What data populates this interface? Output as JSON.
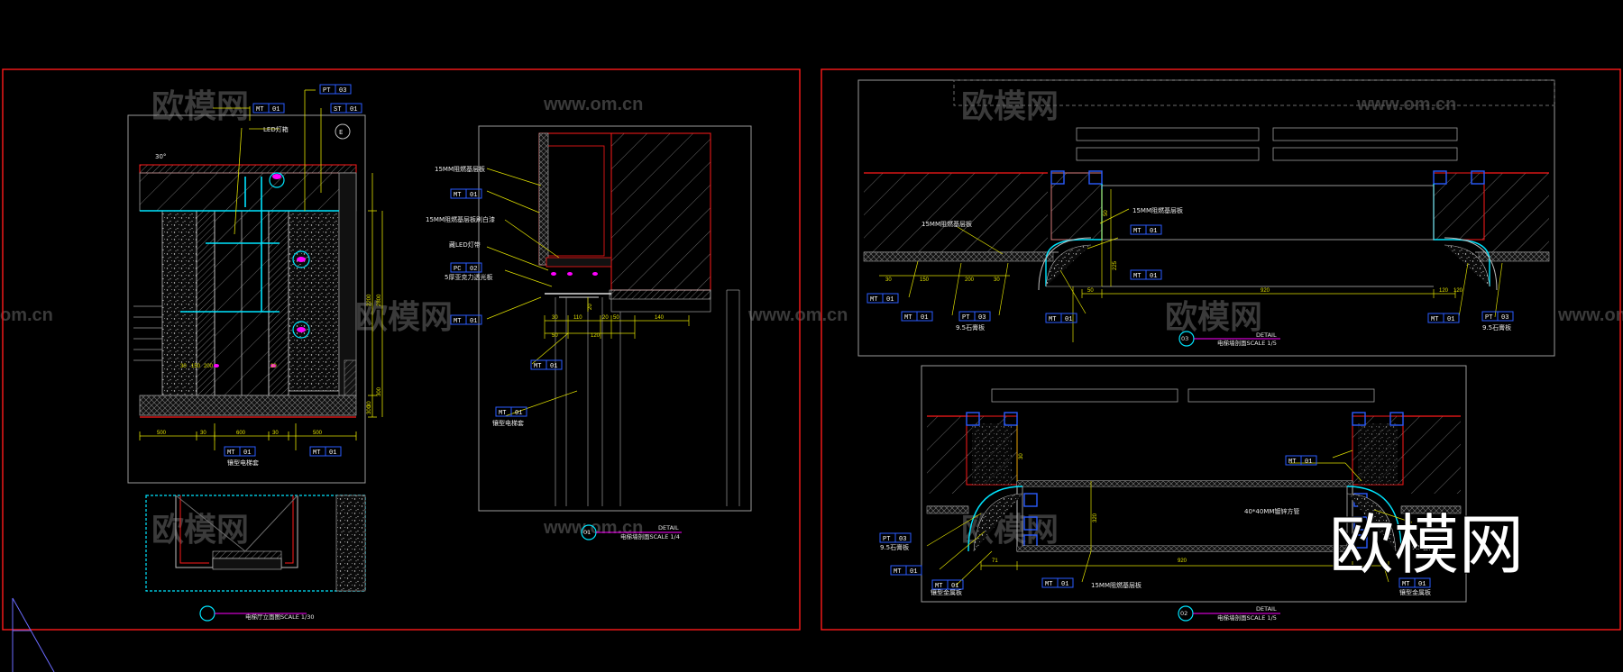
{
  "colors": {
    "background": "#000000",
    "frame": "#ff1a1a",
    "sheet": "#9a9a9a",
    "cyan": "#00e5ff",
    "yellow": "#e0e000",
    "magenta": "#ff00ff",
    "blue_tag": "#2a5bff"
  },
  "watermarks": {
    "brand": "欧模网",
    "url": "www.om.cn",
    "url_partial": "om.cn"
  },
  "logo": "欧模网",
  "left_panel": {
    "elevation": {
      "circle_marker": "E",
      "led_label": "LED灯箱",
      "angle_label": "30°",
      "tags": [
        {
          "code": "PT",
          "num": "03"
        },
        {
          "code": "MT",
          "num": "01"
        },
        {
          "code": "ST",
          "num": "01"
        },
        {
          "code": "MT",
          "num": "01"
        },
        {
          "code": "MT",
          "num": "01"
        }
      ],
      "bottom_label": "镶型电梯套",
      "dims_bottom": [
        "500",
        "30",
        "600",
        "30",
        "500"
      ],
      "dims_side": [
        "2200",
        "2800",
        "30",
        "300",
        "300"
      ],
      "dims_small": [
        "30",
        "150",
        "200",
        "30"
      ]
    },
    "section_detail": {
      "labels": [
        "15MM阻燃基层板",
        "15MM阻燃基层板刷白漆",
        "藏LED灯带",
        "5厚亚克力透光板",
        "镶型电梯套"
      ],
      "tags": [
        {
          "code": "MT",
          "num": "01"
        },
        {
          "code": "PC",
          "num": "02"
        },
        {
          "code": "MT",
          "num": "01"
        },
        {
          "code": "MT",
          "num": "01"
        },
        {
          "code": "MT",
          "num": "01"
        }
      ],
      "dims": [
        "30",
        "110",
        "50",
        "20",
        "140",
        "50",
        "120",
        "20"
      ],
      "title_number": "01",
      "title_detail": "DETAIL",
      "title_text": "电梯墙剖面SCALE 1/4"
    },
    "plan": {
      "title_text": "电梯厅立面图SCALE 1/30"
    }
  },
  "right_panel": {
    "detail_03": {
      "labels": [
        "15MM阻燃基层板",
        "15MM阻燃基层板",
        "9.5石膏板",
        "9.5石膏板"
      ],
      "tags": [
        {
          "code": "MT",
          "num": "01"
        },
        {
          "code": "MT",
          "num": "01"
        },
        {
          "code": "MT",
          "num": "01"
        },
        {
          "code": "MT",
          "num": "01"
        },
        {
          "code": "PT",
          "num": "03"
        },
        {
          "code": "MT",
          "num": "01"
        },
        {
          "code": "MT",
          "num": "01"
        },
        {
          "code": "PT",
          "num": "03"
        }
      ],
      "dims": [
        "50",
        "150",
        "200",
        "30",
        "120",
        "920",
        "120",
        "30",
        "50",
        "225"
      ],
      "title_number": "03",
      "title_detail": "DETAIL",
      "title_text": "电梯墙剖面SCALE 1/5"
    },
    "detail_02": {
      "labels": [
        "40*40MM镀锌方管",
        "9.5石膏板",
        "镶型金属板",
        "15MM阻燃基层板",
        "9.5石膏板",
        "镶型金属板"
      ],
      "tags": [
        {
          "code": "MT",
          "num": "01"
        },
        {
          "code": "PT",
          "num": "03"
        },
        {
          "code": "MT",
          "num": "01"
        },
        {
          "code": "MT",
          "num": "01"
        },
        {
          "code": "MT",
          "num": "01"
        },
        {
          "code": "MT",
          "num": "01"
        }
      ],
      "dims": [
        "71",
        "920",
        "320",
        "30"
      ],
      "title_number": "02",
      "title_detail": "DETAIL",
      "title_text": "电梯墙剖面SCALE 1/5"
    }
  }
}
